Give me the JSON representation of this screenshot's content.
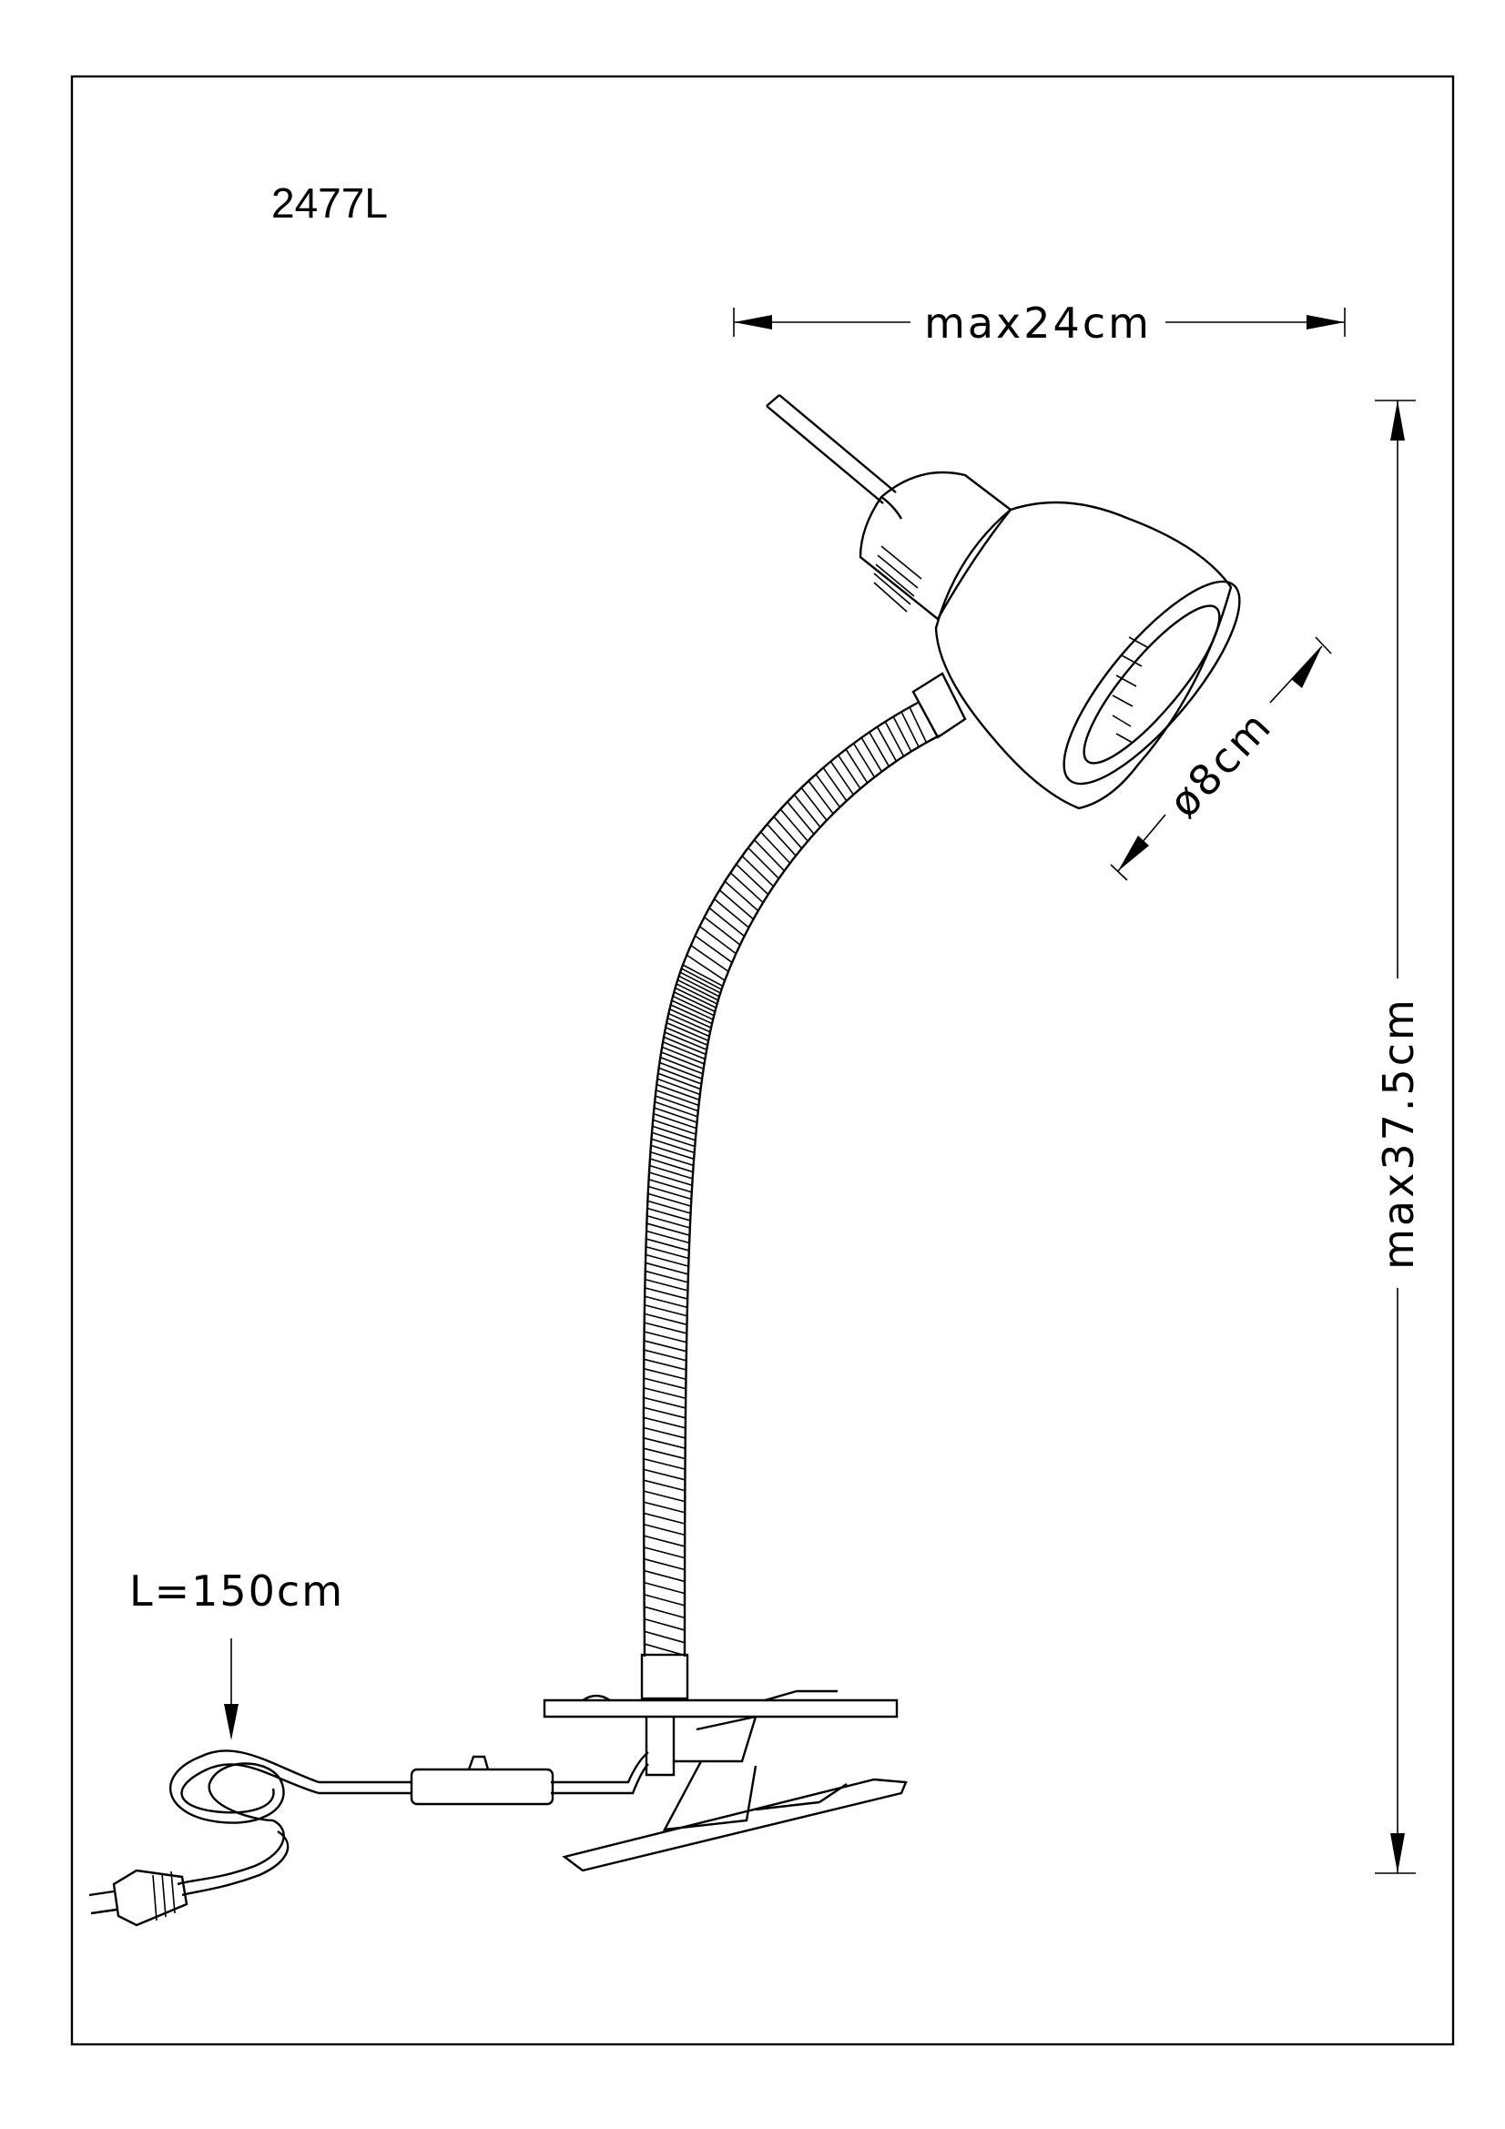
{
  "model_number": "2477L",
  "dimensions": {
    "width_label": "max24cm",
    "height_label": "max37.5cm",
    "diameter_label": "ø8cm",
    "cable_label": "L=150cm"
  },
  "colors": {
    "line": "#000000",
    "background": "#ffffff"
  }
}
